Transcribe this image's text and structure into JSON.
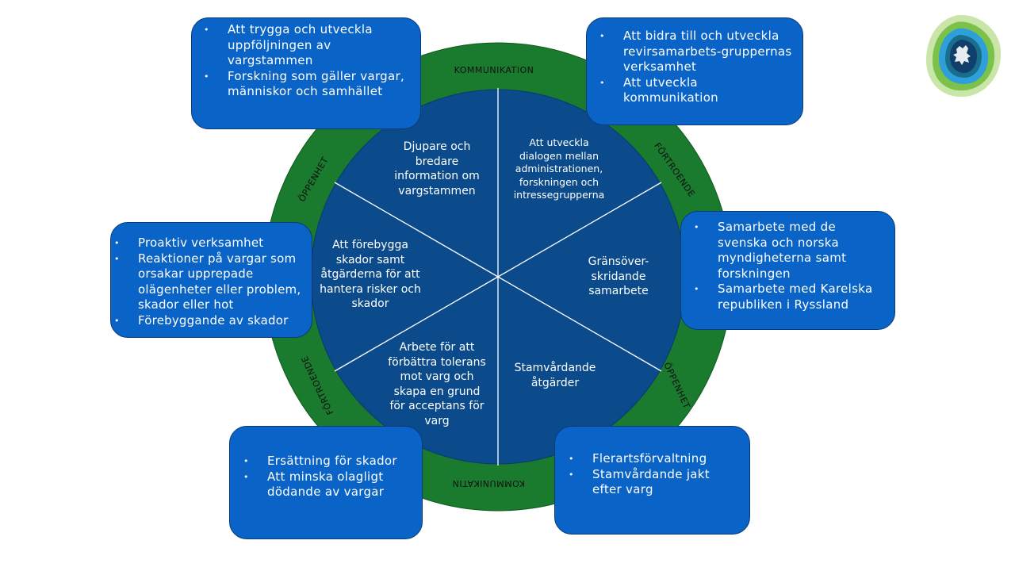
{
  "ring": {
    "top": "KOMMUNIKATION",
    "bottom": "KOMMUNIKATIN",
    "upper_left": "ÖPPENHET",
    "upper_right": "FÖRTROENDE",
    "lower_left": "FÖRTROENDE",
    "lower_right": "ÖPPENHET"
  },
  "segments": {
    "top_left": [
      "Djupare och",
      "bredare",
      "information om",
      "vargstammen"
    ],
    "top_right": [
      "Att utveckla",
      "dialogen mellan",
      "administrationen,",
      "forskningen och",
      "intressegrupperna"
    ],
    "right": [
      "Gränsöver-",
      "skridande",
      "samarbete"
    ],
    "bottom_right": [
      "Stamvårdande",
      "åtgärder"
    ],
    "bottom_left": [
      "Arbete för att",
      "förbättra tolerans",
      "mot varg och",
      "skapa en grund",
      "för acceptans för",
      "varg"
    ],
    "left": [
      "Att förebygga",
      "skador samt",
      "åtgärderna för att",
      "hantera risker och",
      "skador"
    ]
  },
  "boxes": {
    "top_left": [
      "Att trygga och utveckla uppföljningen av vargstammen",
      "Forskning som gäller vargar, människor och samhället"
    ],
    "top_right": [
      "Att bidra till och utveckla revirsamarbets-gruppernas verksamhet",
      "Att utveckla kommunikation"
    ],
    "right": [
      "Samarbete med de svenska och norska myndigheterna samt forskningen",
      "Samarbete med Karelska republiken i Ryssland"
    ],
    "left": [
      "Proaktiv verksamhet",
      "Reaktioner på vargar som orsakar upprepade olägenheter eller problem, skador eller hot",
      "Förebyggande av skador"
    ],
    "bottom_left": [
      "Ersättning för skador",
      "Att minska olagligt dödande av vargar"
    ],
    "bottom_right": [
      "Flerartsförvaltning",
      "Stamvårdande jakt efter varg"
    ]
  },
  "colors": {
    "ring": "#1a7a2e",
    "wheel": "#0b4a8b",
    "box": "#0a63c6",
    "box_border": "#0b3a7a"
  },
  "icons": {
    "logo": "finnish-lion-logo"
  }
}
